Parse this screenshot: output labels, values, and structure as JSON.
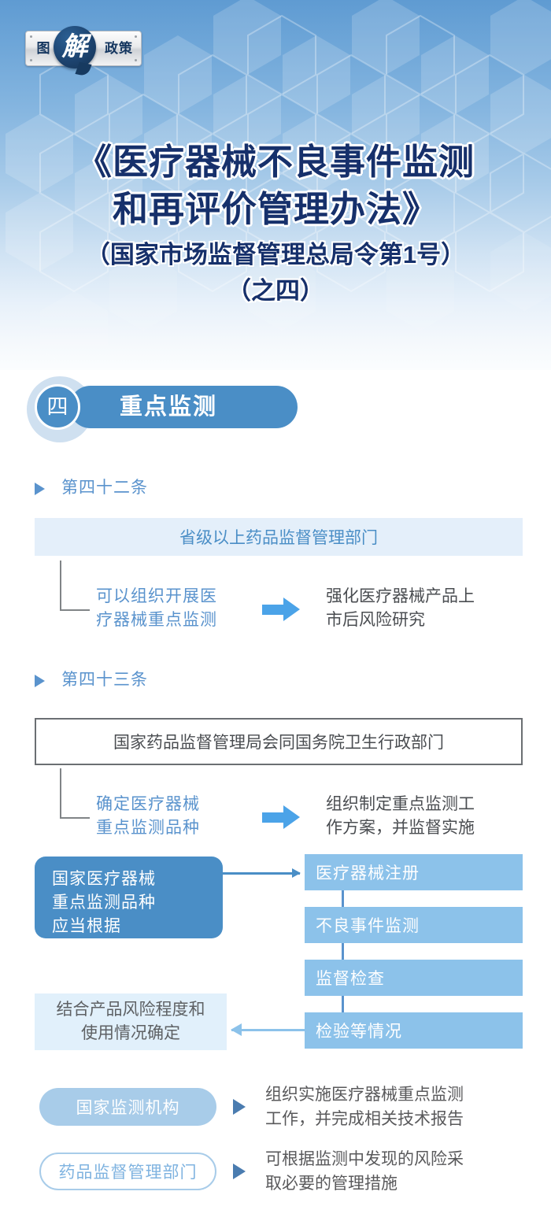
{
  "header": {
    "logo": {
      "left_char": "图",
      "bubble_char": "解",
      "right_chars": "政策",
      "full_text": "图解政策"
    },
    "title_line1": "《医疗器械不良事件监测",
    "title_line2": "和再评价管理办法》",
    "subtitle": "（国家市场监督管理总局令第1号）",
    "subtitle2": "（之四）"
  },
  "section": {
    "number": "四",
    "title": "重点监测"
  },
  "article42": {
    "label": "第四十二条",
    "banner": "省级以上药品监督管理部门",
    "action": "可以组织开展医\n疗器械重点监测",
    "action_line1": "可以组织开展医",
    "action_line2": "疗器械重点监测",
    "result_line1": "强化医疗器械产品上",
    "result_line2": "市后风险研究"
  },
  "article43": {
    "label": "第四十三条",
    "box": "国家药品监督管理局会同国务院卫生行政部门",
    "action_line1": "确定医疗器械",
    "action_line2": "重点监测品种",
    "result_line1": "组织制定重点监测工",
    "result_line2": "作方案，并监督实施",
    "card_line1": "国家医疗器械",
    "card_line2": "重点监测品种",
    "card_line3": "应当根据",
    "basis_items": [
      "医疗器械注册",
      "不良事件监测",
      "监督检查",
      "检验等情况"
    ],
    "conclusion_line1": "结合产品风险程度和",
    "conclusion_line2": "使用情况确定"
  },
  "duties": [
    {
      "actor": "国家监测机构",
      "style": "filled",
      "text_line1": "组织实施医疗器械重点监测",
      "text_line2": "工作，并完成相关技术报告"
    },
    {
      "actor": "药品监督管理部门",
      "style": "outline",
      "text_line1": "可根据监测中发现的风险采",
      "text_line2": "取必要的管理措施"
    }
  ],
  "colors": {
    "header_blue": "#5f9bd2",
    "title_navy": "#16306b",
    "accent_blue": "#4a8ec6",
    "light_blue": "#8cc2ea",
    "pale_blue": "#e4effa",
    "bright_arrow": "#4ba3e8",
    "gray_text": "#4a4d51"
  }
}
